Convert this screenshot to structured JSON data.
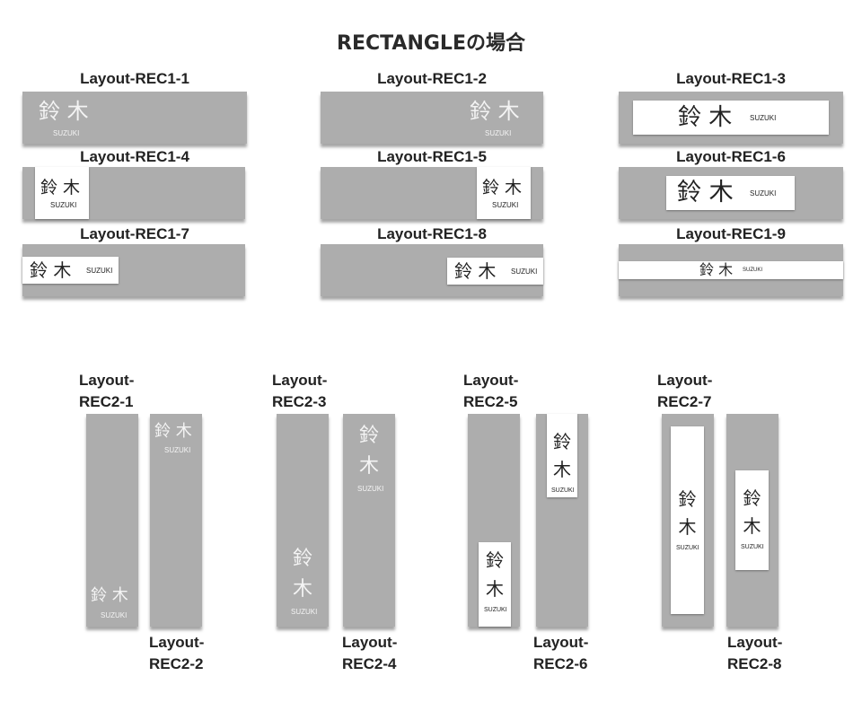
{
  "title": "RECTANGLEの場合",
  "name_kanji_1": "鈴",
  "name_kanji_2": "木",
  "name_kanji_pair": "鈴 木",
  "name_romaji": "SUZUKI",
  "labels": {
    "rec1_1": "Layout-REC1-1",
    "rec1_2": "Layout-REC1-2",
    "rec1_3": "Layout-REC1-3",
    "rec1_4": "Layout-REC1-4",
    "rec1_5": "Layout-REC1-5",
    "rec1_6": "Layout-REC1-6",
    "rec1_7": "Layout-REC1-7",
    "rec1_8": "Layout-REC1-8",
    "rec1_9": "Layout-REC1-9",
    "rec2_1a": "Layout-",
    "rec2_1b": "REC2-1",
    "rec2_2a": "Layout-",
    "rec2_2b": "REC2-2",
    "rec2_3a": "Layout-",
    "rec2_3b": "REC2-3",
    "rec2_4a": "Layout-",
    "rec2_4b": "REC2-4",
    "rec2_5a": "Layout-",
    "rec2_5b": "REC2-5",
    "rec2_6a": "Layout-",
    "rec2_6b": "REC2-6",
    "rec2_7a": "Layout-",
    "rec2_7b": "REC2-7",
    "rec2_8a": "Layout-",
    "rec2_8b": "REC2-8"
  },
  "colors": {
    "plate": "#adadad",
    "panel": "#ffffff",
    "text_dark": "#222222",
    "text_light": "#f4f4f4"
  }
}
